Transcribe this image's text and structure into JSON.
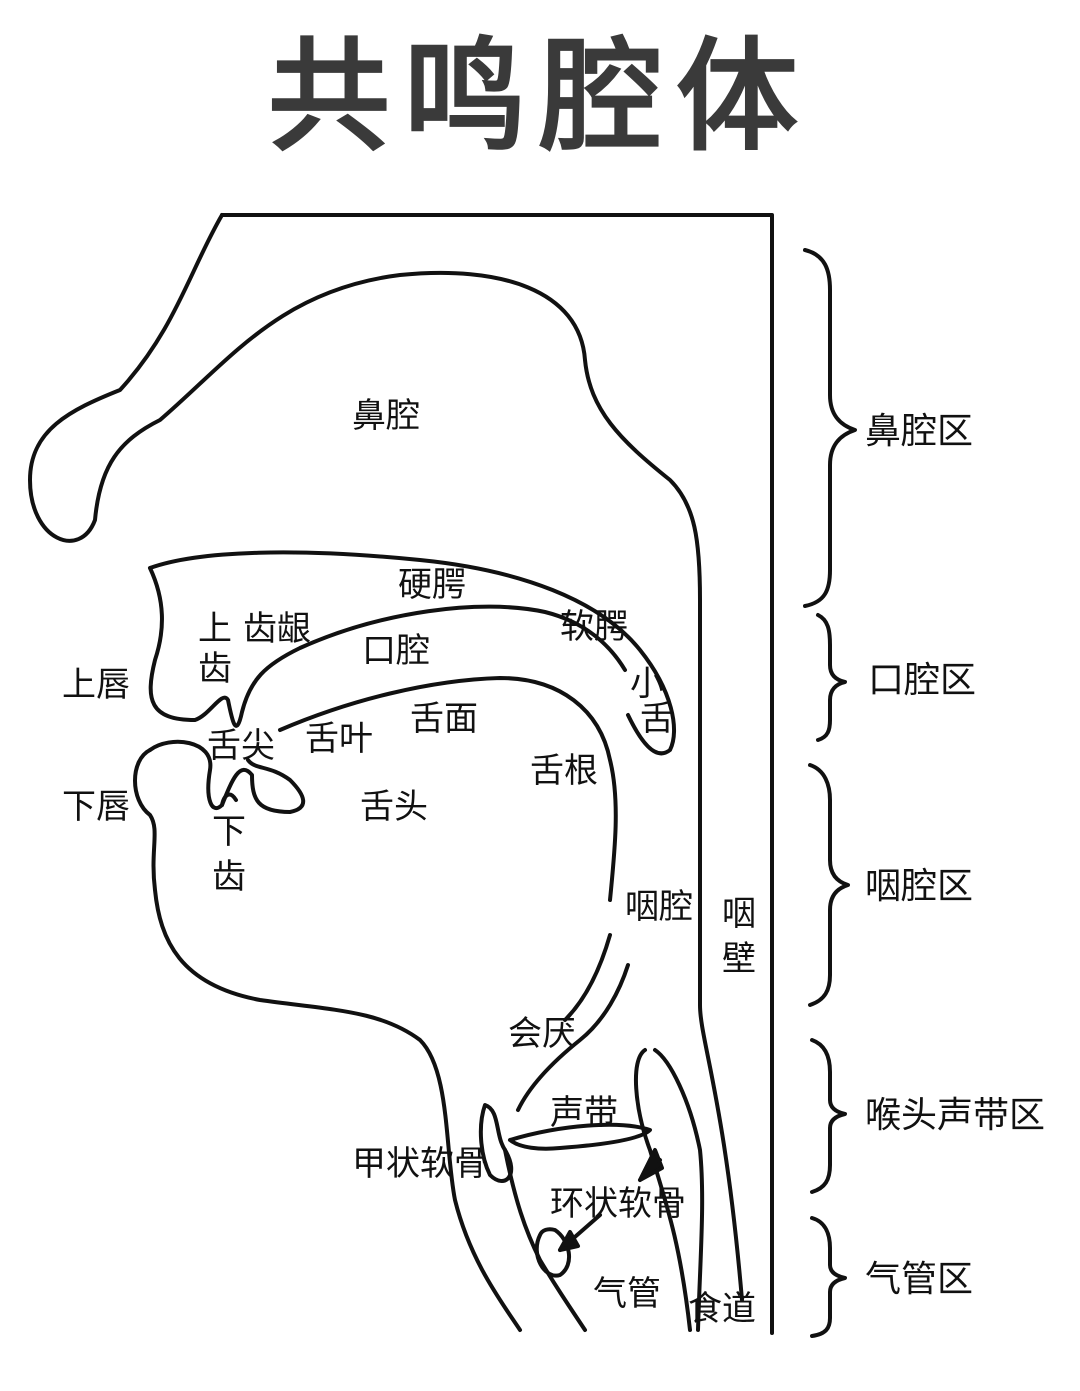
{
  "title": "共鸣腔体",
  "labels": {
    "nasal_cavity": "鼻腔",
    "hard_palate": "硬腭",
    "upper_teeth_1": "上",
    "upper_teeth_2": "齿",
    "gums": "齿龈",
    "soft_palate": "软腭",
    "oral_cavity": "口腔",
    "uvula_1": "小",
    "uvula_2": "舌",
    "upper_lip": "上唇",
    "tongue_tip": "舌尖",
    "tongue_blade": "舌叶",
    "tongue_surface": "舌面",
    "tongue_root": "舌根",
    "lower_lip": "下唇",
    "tongue_body": "舌头",
    "lower_teeth_1": "下",
    "lower_teeth_2": "齿",
    "pharynx_cavity": "咽腔",
    "pharynx_wall_1": "咽",
    "pharynx_wall_2": "壁",
    "epiglottis": "会厌",
    "vocal_cords": "声带",
    "thyroid_cartilage": "甲状软骨",
    "cricoid_cartilage": "环状软骨",
    "trachea": "气管",
    "esophagus": "食道"
  },
  "zones": [
    "鼻腔区",
    "口腔区",
    "咽腔区",
    "喉头声带区",
    "气管区"
  ]
}
